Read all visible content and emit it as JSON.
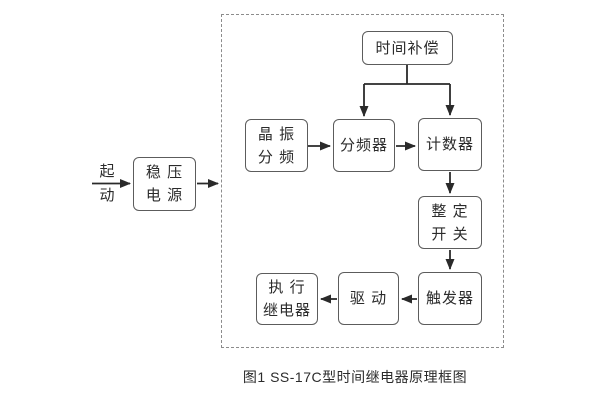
{
  "diagram": {
    "caption": "图1  SS-17C型时间继电器原理框图",
    "start_label": {
      "line1": "起",
      "line2": "动"
    },
    "blocks": {
      "power": {
        "line1": "稳 压",
        "line2": "电 源"
      },
      "time_compensation": {
        "line1": "时间补偿"
      },
      "crystal_divider": {
        "line1": "晶 振",
        "line2": "分 频"
      },
      "frequency_divider": {
        "line1": "分频器"
      },
      "counter": {
        "line1": "计数器"
      },
      "setting_switch": {
        "line1": "整 定",
        "line2": "开 关"
      },
      "trigger": {
        "line1": "触发器"
      },
      "drive": {
        "line1": "驱 动"
      },
      "output_relay": {
        "line1": "执 行",
        "line2": "继电器"
      }
    },
    "colors": {
      "background": "#ffffff",
      "connector_line": "#2a2a2a",
      "box_border": "#5c5c5c",
      "enclosure_dashed_border": "#8c8c8c",
      "text": "#2b2b2b"
    }
  }
}
